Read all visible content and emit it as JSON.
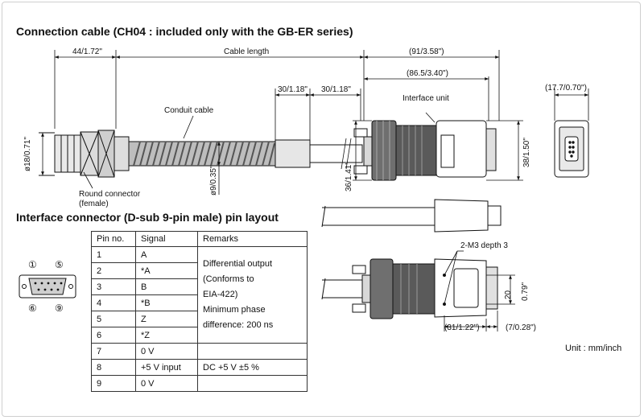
{
  "titles": {
    "connection_cable": "Connection cable (CH04 : included only with the GB-ER series)",
    "pin_layout": "Interface connector (D-sub 9-pin male) pin layout"
  },
  "labels": {
    "conduit_cable": "Conduit cable",
    "interface_unit": "Interface unit",
    "round_connector_1": "Round connector",
    "round_connector_2": "(female)",
    "m3_depth": "2-M3 depth 3",
    "unit": "Unit : mm/inch"
  },
  "dimensions": {
    "d44": "44/1.72\"",
    "cable_length": "Cable length",
    "d91": "(91/3.58\")",
    "d86": "(86.5/3.40\")",
    "d17": "(17.7/0.70\")",
    "d30a": "30/1.18\"",
    "d30b": "30/1.18\"",
    "phi18": "ø18/0.71\"",
    "phi9": "ø9/0.35\"",
    "d36": "36/1.41\"",
    "d38": "38/1.50\"",
    "d20": "20",
    "d079": "0.79\"",
    "d31": "(31/1.22\")",
    "d7": "(7/0.28\")"
  },
  "pin_numbers": {
    "p1": "①",
    "p5": "⑤",
    "p6": "⑥",
    "p9": "⑨"
  },
  "table": {
    "headers": [
      "Pin no.",
      "Signal",
      "Remarks"
    ],
    "rows": [
      {
        "pin": "1",
        "signal": "A"
      },
      {
        "pin": "2",
        "signal": "*A"
      },
      {
        "pin": "3",
        "signal": "B"
      },
      {
        "pin": "4",
        "signal": "*B"
      },
      {
        "pin": "5",
        "signal": "Z"
      },
      {
        "pin": "6",
        "signal": "*Z"
      },
      {
        "pin": "7",
        "signal": "0 V"
      },
      {
        "pin": "8",
        "signal": "+5 V input"
      },
      {
        "pin": "9",
        "signal": "0 V"
      }
    ],
    "remarks_differential": [
      "Differential output",
      "(Conforms to",
      "EIA-422)",
      "Minimum phase",
      "difference: 200 ns"
    ],
    "remarks_power": "DC +5 V ±5 %"
  }
}
